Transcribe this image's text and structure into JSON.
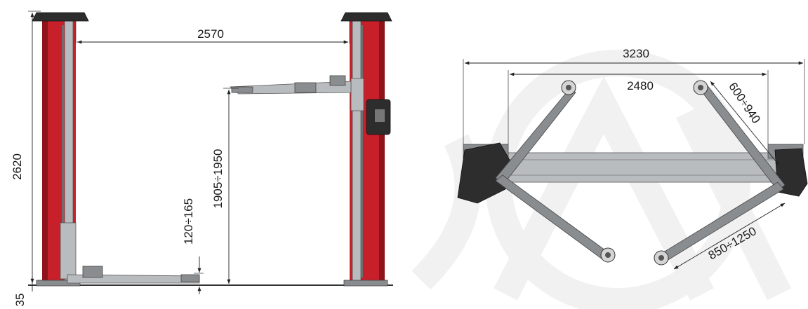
{
  "dimensions": {
    "side_view": {
      "total_height": "2620",
      "base_height": "35",
      "column_spacing": "2570",
      "max_lift_height": "1905÷1950",
      "min_pad_height": "120÷165"
    },
    "top_view": {
      "overall_width": "3230",
      "inner_width": "2480",
      "short_arm_range": "600÷940",
      "long_arm_range": "850÷1250"
    }
  },
  "colors": {
    "column_red": "#c8202a",
    "steel_grey": "#b9bcbf",
    "watermark": "#f1f1f1"
  }
}
